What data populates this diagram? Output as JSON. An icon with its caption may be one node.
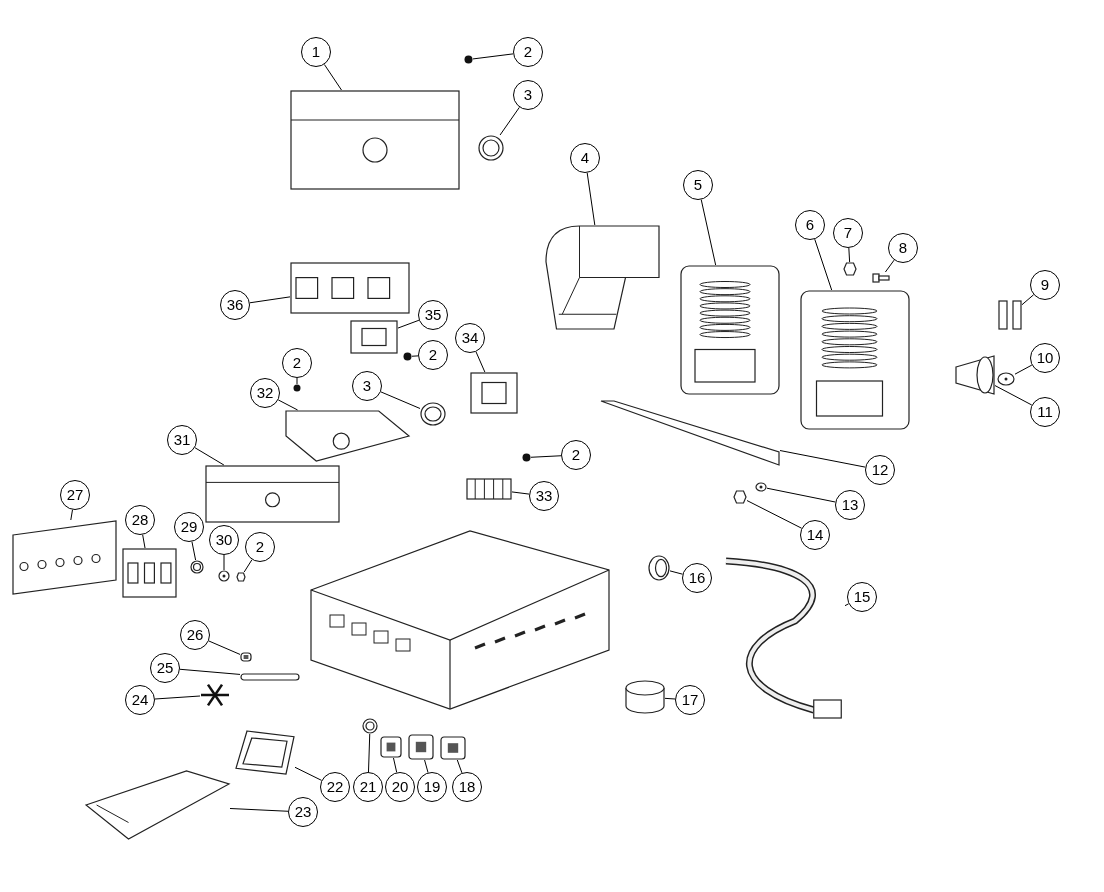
{
  "diagram": {
    "nodes": [
      {
        "text": [
          "1"
        ]
      },
      {
        "text": [],
        "shape": "picture"
      },
      {
        "text": [
          "2"
        ]
      },
      {
        "text": [],
        "shape": "circle"
      },
      {
        "text": [
          "3"
        ]
      },
      {
        "text": [],
        "shape": "picture"
      },
      {
        "text": [
          "4"
        ]
      },
      {
        "text": [],
        "shape": "picture"
      },
      {
        "text": [
          "5"
        ]
      },
      {
        "text": [],
        "shape": "picture"
      },
      {
        "text": [
          "6"
        ]
      },
      {
        "text": [],
        "shape": "picture"
      },
      {
        "text": [
          "7"
        ]
      },
      {
        "text": [],
        "shape": "hexagon"
      },
      {
        "text": [
          "8"
        ]
      },
      {
        "text": [],
        "shape": "picture"
      },
      {
        "text": [
          "9"
        ]
      },
      {
        "text": [],
        "shape": "picture"
      },
      {
        "text": [
          "36"
        ]
      },
      {
        "text": [],
        "shape": "picture"
      },
      {
        "text": [
          "35"
        ]
      },
      {
        "text": [],
        "shape": "picture"
      },
      {
        "text": [
          "2"
        ]
      },
      {
        "text": [],
        "shape": "circle"
      },
      {
        "text": [
          "34"
        ]
      },
      {
        "text": [],
        "shape": "picture"
      },
      {
        "text": [
          "10"
        ]
      },
      {
        "text": [],
        "shape": "picture"
      },
      {
        "text": [
          "11"
        ]
      },
      {
        "text": [],
        "shape": "picture"
      },
      {
        "text": [
          "2"
        ]
      },
      {
        "text": [],
        "shape": "circle"
      },
      {
        "text": [
          "32"
        ]
      },
      {
        "text": [],
        "shape": "picture"
      },
      {
        "text": [
          "3"
        ]
      },
      {
        "text": [],
        "shape": "picture"
      },
      {
        "text": [
          "31"
        ]
      },
      {
        "text": [],
        "shape": "picture"
      },
      {
        "text": [
          "2"
        ]
      },
      {
        "text": [],
        "shape": "circle"
      },
      {
        "text": [
          "33"
        ]
      },
      {
        "text": [],
        "shape": "picture"
      },
      {
        "text": [
          "12"
        ]
      },
      {
        "text": [],
        "shape": "picture"
      },
      {
        "text": [
          "13"
        ]
      },
      {
        "text": [],
        "shape": "picture"
      },
      {
        "text": [
          "14"
        ]
      },
      {
        "text": [],
        "shape": "hexagon"
      },
      {
        "text": [
          "27"
        ]
      },
      {
        "text": [],
        "shape": "picture"
      },
      {
        "text": [
          "28"
        ]
      },
      {
        "text": [],
        "shape": "picture"
      },
      {
        "text": [
          "29"
        ]
      },
      {
        "text": [],
        "shape": "picture"
      },
      {
        "text": [
          "30"
        ]
      },
      {
        "text": [],
        "shape": "picture"
      },
      {
        "text": [
          "2"
        ]
      },
      {
        "text": [],
        "shape": "hexagon"
      },
      {
        "text": [
          "16"
        ]
      },
      {
        "text": [],
        "shape": "picture"
      },
      {
        "text": [
          "15"
        ]
      },
      {
        "text": [],
        "shape": "picture"
      },
      {
        "text": [
          "26"
        ]
      },
      {
        "text": [],
        "shape": "picture"
      },
      {
        "text": [
          "25"
        ]
      },
      {
        "text": [],
        "shape": "bar"
      },
      {
        "text": [
          "24"
        ]
      },
      {
        "text": [],
        "shape": "picture"
      },
      {
        "text": [
          "17"
        ]
      },
      {
        "text": [],
        "shape": "cylinder"
      },
      {
        "text": [
          "23"
        ]
      },
      {
        "text": [],
        "shape": "picture"
      },
      {
        "text": [
          "22"
        ]
      },
      {
        "text": [],
        "shape": "picture"
      },
      {
        "text": [
          "21"
        ]
      },
      {
        "text": [],
        "shape": "picture"
      },
      {
        "text": [
          "20"
        ]
      },
      {
        "text": [],
        "shape": "picture"
      },
      {
        "text": [
          "19"
        ]
      },
      {
        "text": [],
        "shape": "picture"
      },
      {
        "text": [
          "18"
        ]
      },
      {
        "text": [],
        "shape": "picture"
      }
    ],
    "edges": [
      {
        "from": 0,
        "to": 1,
        "arrow": "none"
      },
      {
        "from": 2,
        "to": 3,
        "arrow": "none"
      },
      {
        "from": 4,
        "to": 5,
        "arrow": "none"
      },
      {
        "from": 6,
        "to": 7,
        "arrow": "none"
      },
      {
        "from": 8,
        "to": 9,
        "arrow": "none"
      },
      {
        "from": 10,
        "to": 11,
        "arrow": "none"
      },
      {
        "from": 12,
        "to": 13,
        "arrow": "none"
      },
      {
        "from": 14,
        "to": 15,
        "arrow": "none"
      },
      {
        "from": 16,
        "to": 17,
        "arrow": "none"
      },
      {
        "from": 18,
        "to": 19,
        "arrow": "none"
      },
      {
        "from": 20,
        "to": 21,
        "arrow": "none"
      },
      {
        "from": 22,
        "to": 23,
        "arrow": "none"
      },
      {
        "from": 24,
        "to": 25,
        "arrow": "none"
      },
      {
        "from": 26,
        "to": 27,
        "arrow": "none"
      },
      {
        "from": 28,
        "to": 29,
        "arrow": "none"
      },
      {
        "from": 30,
        "to": 31,
        "arrow": "none"
      },
      {
        "from": 32,
        "to": 33,
        "arrow": "none"
      },
      {
        "from": 34,
        "to": 35,
        "arrow": "none"
      },
      {
        "from": 36,
        "to": 37,
        "arrow": "none"
      },
      {
        "from": 38,
        "to": 39,
        "arrow": "none"
      },
      {
        "from": 40,
        "to": 41,
        "arrow": "none"
      },
      {
        "from": 42,
        "to": 43,
        "arrow": "none"
      },
      {
        "from": 44,
        "to": 45,
        "arrow": "none"
      },
      {
        "from": 46,
        "to": 47,
        "arrow": "none"
      },
      {
        "from": 48,
        "to": 49,
        "arrow": "none"
      },
      {
        "from": 50,
        "to": 51,
        "arrow": "none"
      },
      {
        "from": 52,
        "to": 53,
        "arrow": "none"
      },
      {
        "from": 54,
        "to": 55,
        "arrow": "none"
      },
      {
        "from": 56,
        "to": 57,
        "arrow": "none"
      },
      {
        "from": 58,
        "to": 59,
        "arrow": "none"
      },
      {
        "from": 60,
        "to": 61,
        "arrow": "none"
      },
      {
        "from": 62,
        "to": 63,
        "arrow": "none"
      },
      {
        "from": 64,
        "to": 65,
        "arrow": "none"
      },
      {
        "from": 66,
        "to": 67,
        "arrow": "none"
      },
      {
        "from": 68,
        "to": 69,
        "arrow": "none"
      },
      {
        "from": 70,
        "to": 71,
        "arrow": "none"
      },
      {
        "from": 72,
        "to": 73,
        "arrow": "none"
      },
      {
        "from": 74,
        "to": 75,
        "arrow": "none"
      },
      {
        "from": 76,
        "to": 77,
        "arrow": "none"
      },
      {
        "from": 78,
        "to": 79,
        "arrow": "none"
      },
      {
        "from": 80,
        "to": 81,
        "arrow": "none"
      }
    ]
  }
}
